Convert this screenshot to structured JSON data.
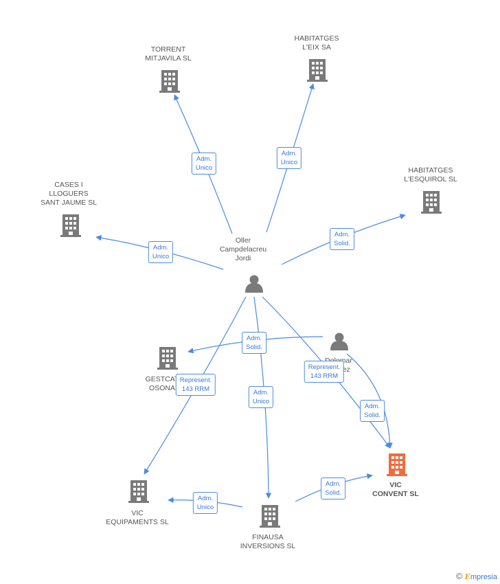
{
  "colors": {
    "edge": "#4a8be0",
    "node": "#7a7a7a",
    "focus": "#f26a3d"
  },
  "nodes": {
    "torrent": {
      "label": "TORRENT\nMITJAVILA SL"
    },
    "habitatges_eix": {
      "label": "HABITATGES\nL'EIX SA"
    },
    "habitatges_esquirol": {
      "label": "HABITATGES\nL'ESQUIROL SL"
    },
    "cases": {
      "label": "CASES I\nLLOGUERS\nSANT JAUME SL"
    },
    "oller": {
      "label": "Oller\nCampdelacreu\nJordi"
    },
    "dolomar": {
      "label": "Dolomar\nGomez"
    },
    "gestcat": {
      "label": "GESTCAT\nOSONA"
    },
    "vic_convent": {
      "label": "VIC\nCONVENT SL"
    },
    "vic_equipaments": {
      "label": "VIC\nEQUIPAMENTS SL"
    },
    "finausa": {
      "label": "FINAUSA\nINVERSIONS SL"
    }
  },
  "edges": {
    "torrent": "Adm.\nUnico",
    "eix": "Adm.\nUnico",
    "esquirol": "Adm.\nSolid.",
    "cases": "Adm.\nUnico",
    "gestcat": "Adm.\nSolid.",
    "rep1": "Represent.\n143 RRM",
    "rep2": "Represent.\n143 RRM",
    "finausa": "Adm.\nUnico",
    "convent": "Adm.\nSolid.",
    "fin_vic": "Adm.\nUnico",
    "fin_convent": "Adm.\nSolid."
  },
  "footer": {
    "copyright": "©",
    "brand_initial": "E",
    "brand_rest": "mpresia"
  }
}
